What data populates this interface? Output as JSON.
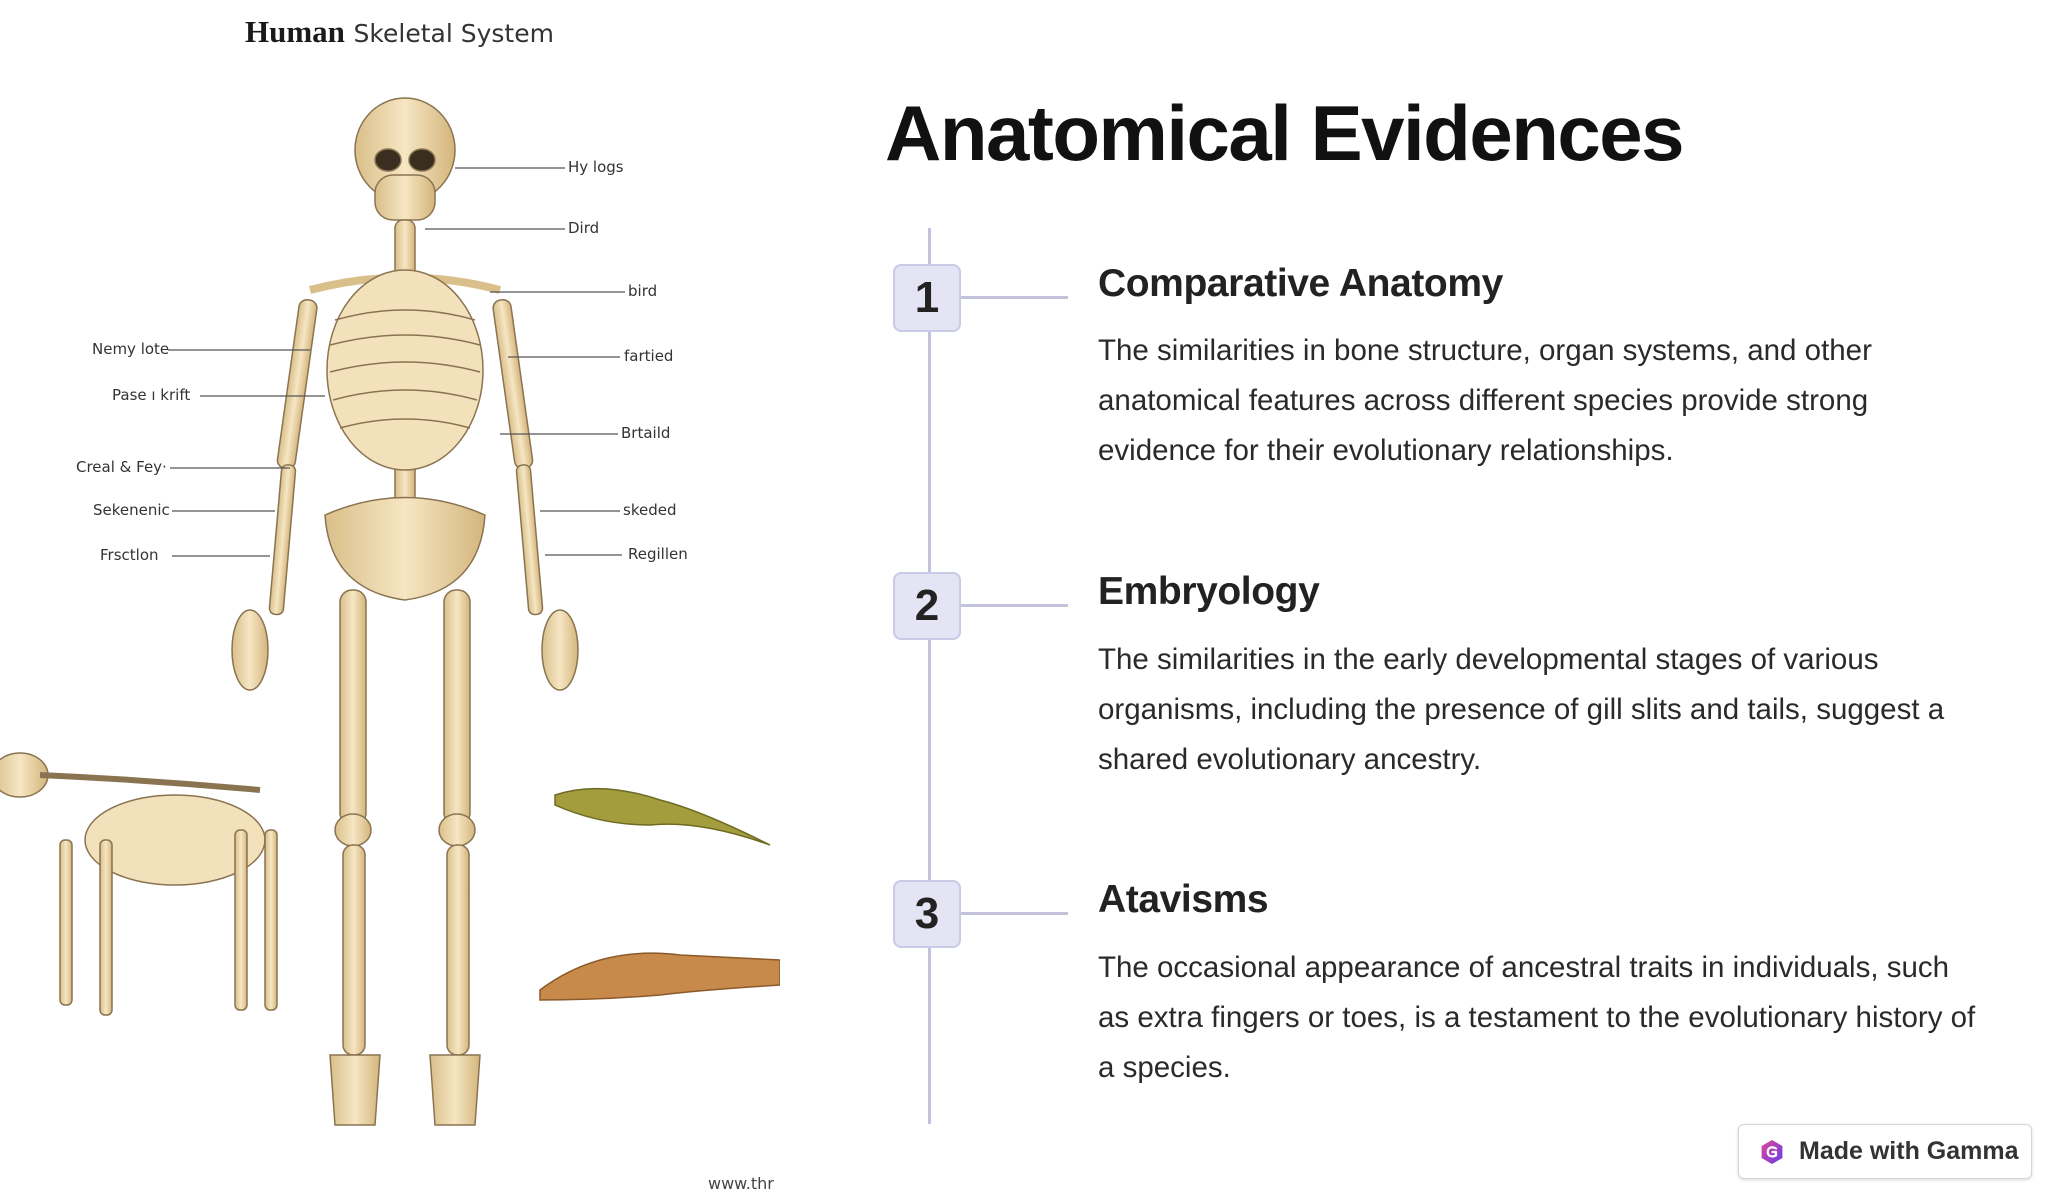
{
  "illustration": {
    "title_bold": "Human",
    "title_rest": "Skeletal System",
    "labels_left": [
      "Nemy lote",
      "Pase ı krift",
      "Creal & Fey·",
      "Sekenenic",
      "Frsctlon"
    ],
    "labels_right": [
      "Hy logs",
      "Dird",
      "bird",
      "fartied",
      "Brtaild",
      "skeded",
      "Regillen"
    ],
    "credit": "www.thr"
  },
  "slide": {
    "title": "Anatomical Evidences",
    "steps": [
      {
        "number": "1",
        "title": "Comparative Anatomy",
        "text": "The similarities in bone structure, organ systems, and other anatomical features across different species provide strong evidence for their evolutionary relationships."
      },
      {
        "number": "2",
        "title": "Embryology",
        "text": "The similarities in the early developmental stages of various organisms, including the presence of gill slits and tails, suggest a shared evolutionary ancestry."
      },
      {
        "number": "3",
        "title": "Atavisms",
        "text": "The occasional appearance of ancestral traits in individuals, such as extra fingers or toes, is a testament to the evolutionary history of a species."
      }
    ]
  },
  "footer": {
    "gamma_label": "Made with Gamma",
    "gamma_icon": "gamma-logo-icon"
  },
  "colors": {
    "accent_line": "#c3c4dc",
    "badge_fill": "#e4e4f5",
    "bone": "#ecd6a8",
    "lizard_green": "#9e9a3a",
    "lizard_orange": "#c98a4a"
  }
}
